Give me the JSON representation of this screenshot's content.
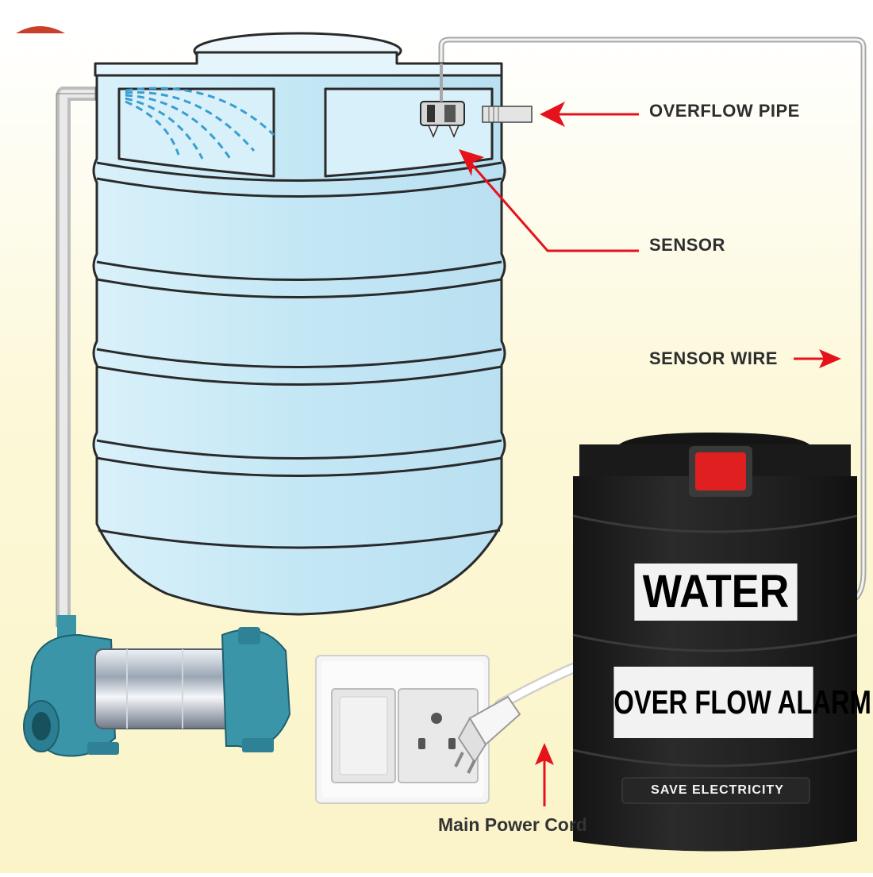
{
  "diagram": {
    "labels": {
      "overflow_pipe": "OVERFLOW PIPE",
      "sensor": "SENSOR",
      "sensor_wire": "SENSOR WIRE",
      "main_power_cord": "Main Power Cord"
    },
    "alarm_unit": {
      "line1": "WATER",
      "line2": "OVER FLOW ALARM",
      "slogan": "SAVE ELECTRICITY"
    },
    "colors": {
      "background_top": "#ffffff",
      "background_bottom": "#fbf6cf",
      "tank_fill": "#cbeaf6",
      "tank_outline": "#2a2a2a",
      "arrow": "#e5121b",
      "pump_body": "#3b95a8",
      "alarm_body": "#1f1f1f",
      "alarm_button": "#e02020"
    },
    "icons": [
      "water-tank",
      "water-pump",
      "wall-switch",
      "power-plug",
      "overflow-alarm-unit",
      "sensor-icon"
    ]
  }
}
